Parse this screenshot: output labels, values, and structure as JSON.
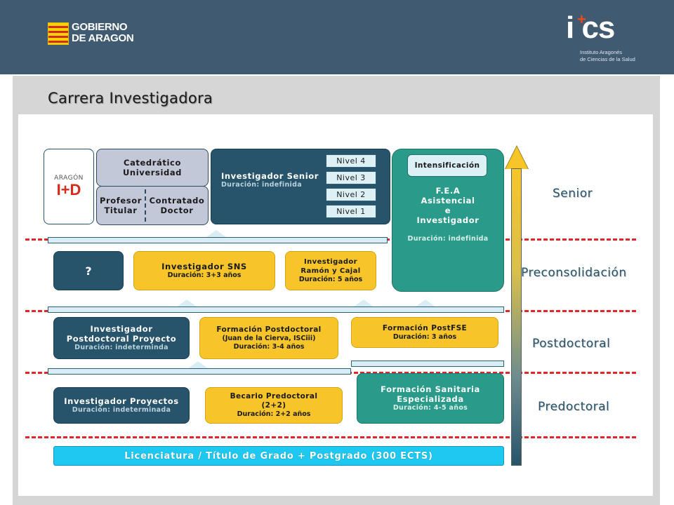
{
  "header": {
    "gobierno_line1": "GOBIERNO",
    "gobierno_line2": "DE ARAGON",
    "ics_mark": "i cs",
    "ics_plus": "+",
    "ics_line1": "Instituto Aragonés",
    "ics_line2": "de Ciencias de la Salud"
  },
  "slide_title": "Carrera Investigadora",
  "diagram": {
    "aragon_logo": {
      "line1": "ARAGÓN",
      "line2": "I+D"
    },
    "catedratico": {
      "line1": "Catedrático",
      "line2": "Universidad"
    },
    "profesor": {
      "line1": "Profesor",
      "line2": "Titular"
    },
    "contratado": {
      "line1": "Contratado",
      "line2": "Doctor"
    },
    "senior": {
      "title": "Investigador Senior",
      "duration": "Duración: indefinida"
    },
    "niveles": [
      "Nivel 4",
      "Nivel 3",
      "Nivel 2",
      "Nivel 1"
    ],
    "fea": {
      "intensificacion": "Intensificación",
      "line1": "F.E.A",
      "line2": "Asistencial",
      "line3": "e",
      "line4": "Investigador",
      "duration": "Duración: indefinida"
    },
    "question": "?",
    "sns": {
      "title": "Investigador SNS",
      "duration": "Duración: 3+3 años"
    },
    "ramon_cajal": {
      "line1": "Investigador",
      "line2": "Ramón y Cajal",
      "duration": "Duración: 5 años"
    },
    "postdoc_proyecto": {
      "line1": "Investigador",
      "line2": "Postdoctoral Proyecto",
      "duration": "Duración: indeterminda"
    },
    "formacion_postdoc": {
      "line1": "Formación Postdoctoral",
      "line2": "(Juan de la Cierva, ISCiii)",
      "duration": "Duración: 3-4 años"
    },
    "postfse": {
      "title": "Formación PostFSE",
      "duration": "Duración: 3 años"
    },
    "inv_proyectos": {
      "title": "Investigador Proyectos",
      "duration": "Duración: indeterminada"
    },
    "becario": {
      "line1": "Becario Predoctoral",
      "line2": "(2+2)",
      "duration": "Duración: 2+2 años"
    },
    "fse": {
      "line1": "Formación Sanitaria",
      "line2": "Especializada",
      "duration": "Duración: 4-5 años"
    },
    "licenciatura": "Licenciatura / Título de Grado + Postgrado (300 ECTS)",
    "stages": {
      "senior": "Senior",
      "preconsolidacion": "Preconsolidación",
      "postdoctoral": "Postdoctoral",
      "predoctoral": "Predoctoral"
    }
  },
  "colors": {
    "header_bg": "#3f5a71",
    "navy_box": "#27546b",
    "yellow_box": "#f7c52a",
    "teal_box": "#2a9b8a",
    "licenciatura_bar": "#1ec8f0",
    "dashed_line": "#e3262a"
  }
}
